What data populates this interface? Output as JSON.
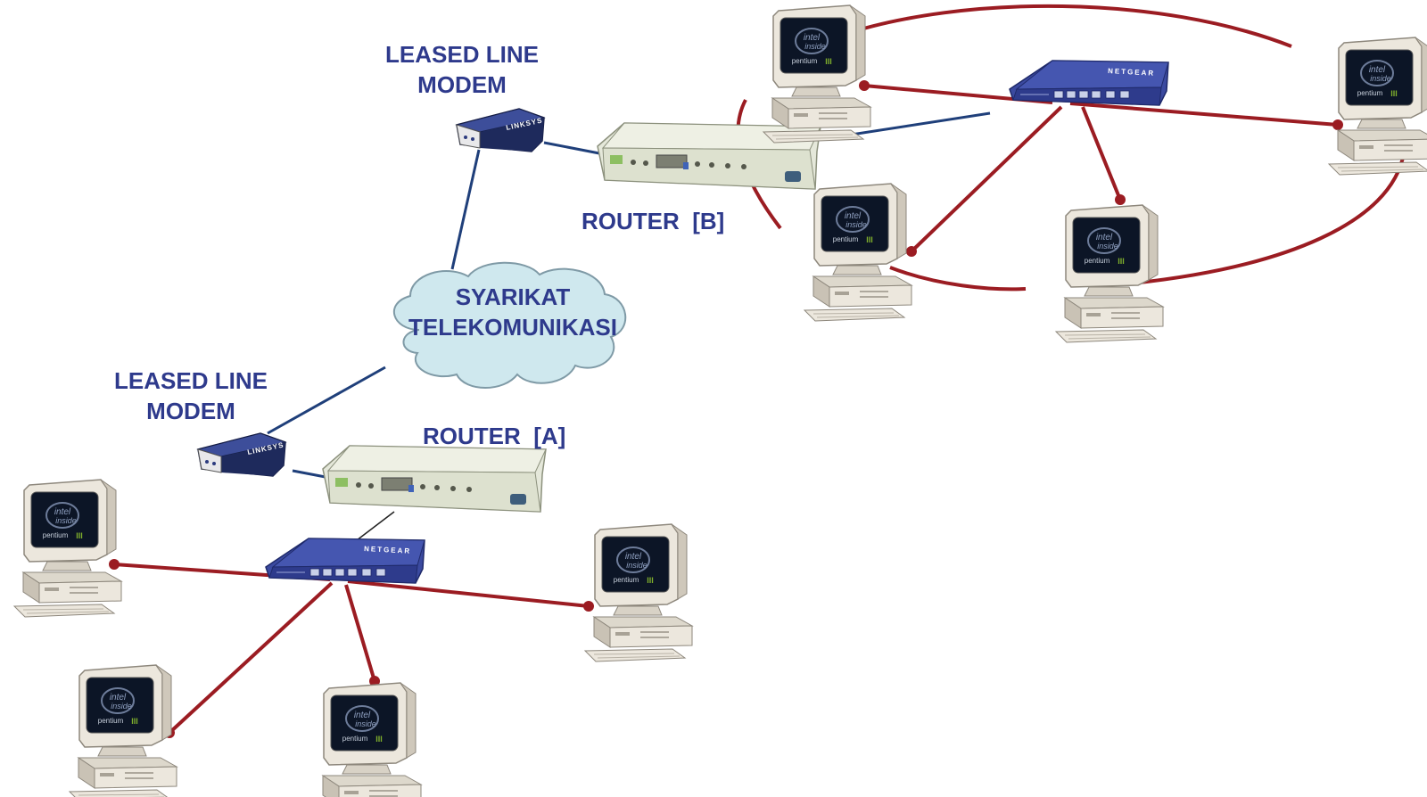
{
  "labels": {
    "modem_b": [
      "LEASED LINE",
      "MODEM"
    ],
    "router_b": "ROUTER  [B]",
    "cloud": [
      "SYARIKAT",
      "TELEKOMUNIKASI"
    ],
    "modem_a": [
      "LEASED LINE",
      "MODEM"
    ],
    "router_a": "ROUTER  [A]"
  },
  "device_text": {
    "switch_brand": "NETGEAR",
    "modem_brand": "LINKSYS",
    "cpu_brand_1": "intel",
    "cpu_brand_2": "inside",
    "cpu_model": "pentium",
    "cpu_suffix": "III"
  },
  "colors": {
    "label_text": "#2e3a8c",
    "lan_cable": "#9b1c22",
    "wan_cable": "#1f3f7a",
    "cloud_fill": "#cfe8ee",
    "cloud_stroke": "#7f9aa6",
    "switch_body": "#3b4aa0",
    "router_body": "#e5e8da",
    "monitor_body": "#ece7dd",
    "screen": "#0c1526"
  }
}
